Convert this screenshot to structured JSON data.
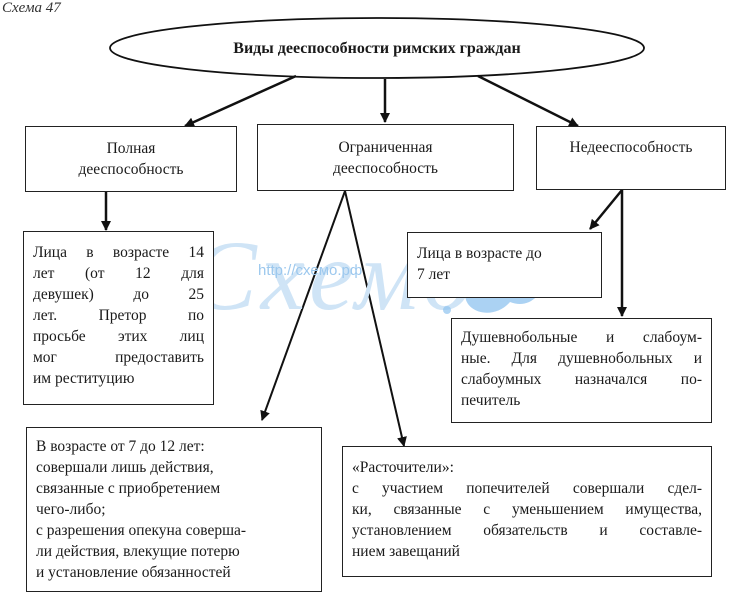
{
  "schema_label": "Схема 47",
  "title": "Виды дееспособности римских граждан",
  "categories": {
    "full": [
      "Полная",
      "дееспособность"
    ],
    "limited": [
      "Ограниченная",
      "дееспособность"
    ],
    "none": [
      "Недееспособность"
    ]
  },
  "details": {
    "full": [
      "Лица в возрасте 14",
      "лет (от 12 для",
      "девушек) до 25",
      "лет. Претор по",
      "просьбе этих лиц",
      "мог предоставить",
      "им реституцию"
    ],
    "child_under7": [
      "Лица в возрасте до",
      "7 лет"
    ],
    "mentally_ill": [
      "Душевнобольные и слабоум-",
      "ные. Для душевнобольных и",
      "слабоумных назначался по-",
      "печитель"
    ],
    "age_7_12": [
      "В возрасте от 7 до 12 лет:",
      "совершали лишь действия,",
      "связанные с приобретением",
      "чего-либо;",
      "с разрешения опекуна соверша-",
      "ли действия, влекущие потерю",
      "и установление обязанностей"
    ],
    "spendthrifts": [
      "«Расточители»:",
      "с участием попечителей совершали сдел-",
      "ки, связанные с уменьшением имущества,",
      "установлением обязательств и составле-",
      "нием завещаний"
    ]
  },
  "watermark": {
    "url": "http://схемо.рф",
    "word": "Схемо",
    "rf": "РФ"
  }
}
